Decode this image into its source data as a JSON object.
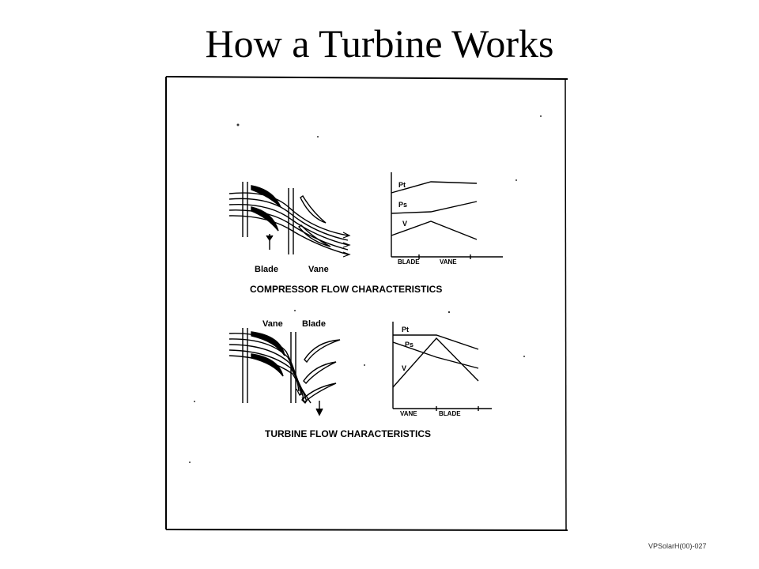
{
  "slide": {
    "title": "How a Turbine Works",
    "footer": "VPSolarH(00)-027"
  },
  "compressor": {
    "caption": "COMPRESSOR FLOW CHARACTERISTICS",
    "blade_label": "Blade",
    "vane_label": "Vane",
    "chart": {
      "x_labels": [
        "BLADE",
        "VANE"
      ],
      "series_labels": [
        "Pt",
        "Ps",
        "V"
      ]
    }
  },
  "turbine": {
    "caption": "TURBINE FLOW CHARACTERISTICS",
    "vane_label": "Vane",
    "blade_label": "Blade",
    "chart": {
      "x_labels": [
        "VANE",
        "BLADE"
      ],
      "series_labels": [
        "Pt",
        "Ps",
        "V"
      ]
    }
  }
}
